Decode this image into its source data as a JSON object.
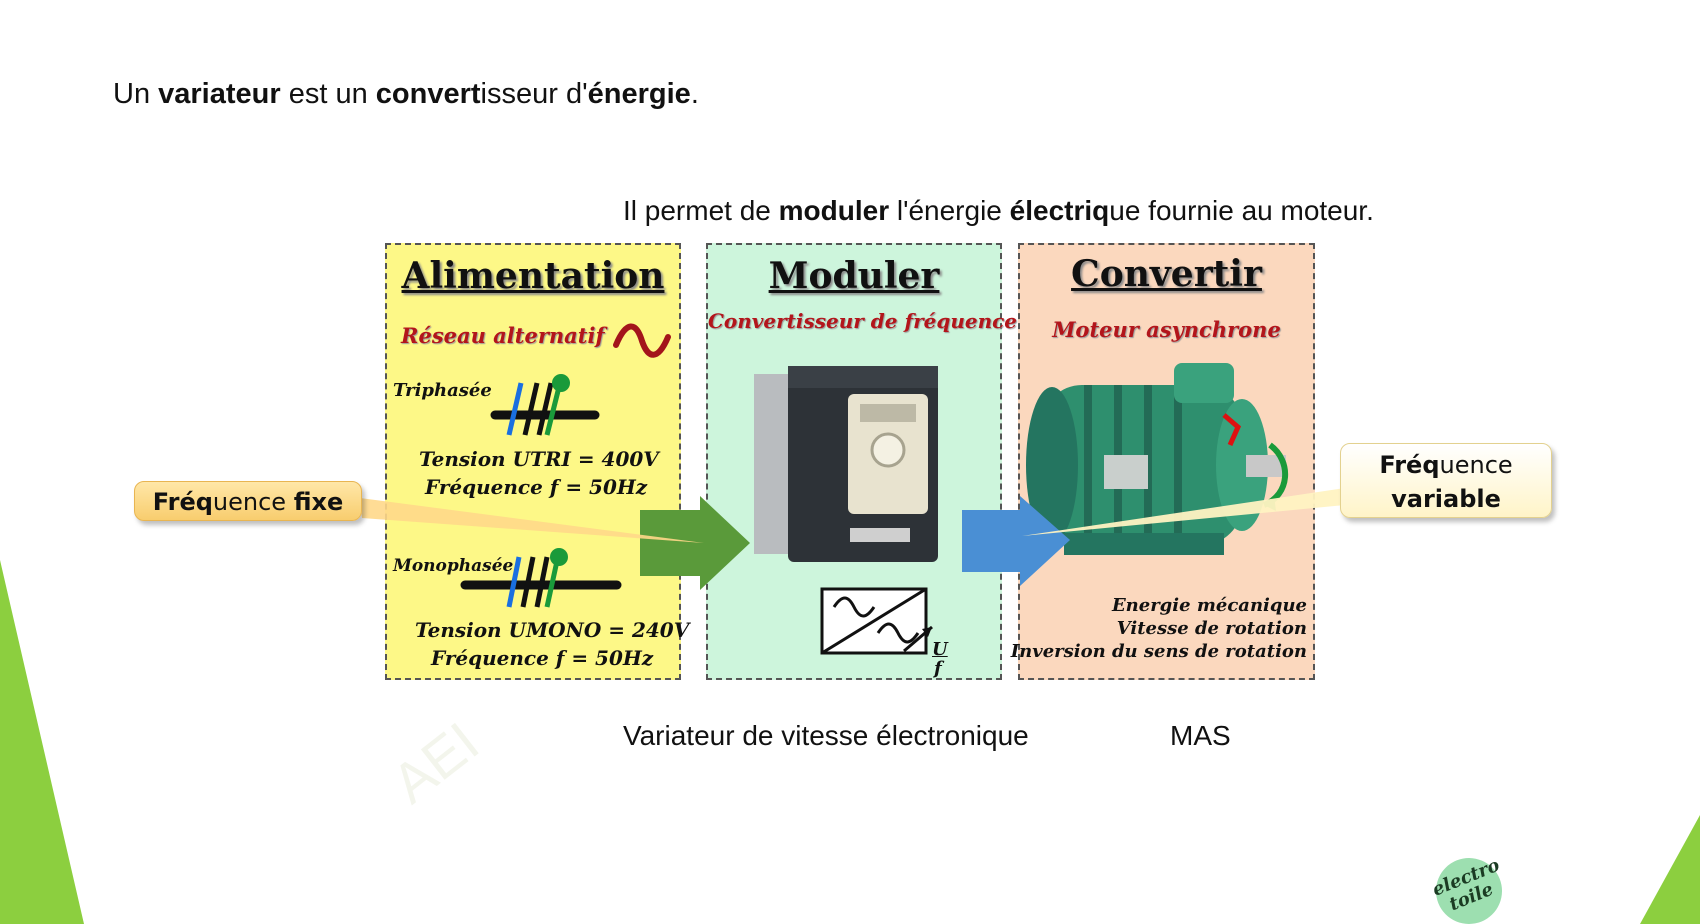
{
  "slide": {
    "line1": {
      "p1": "Un ",
      "b1": "variateur",
      "p2": " est un ",
      "b2": "convert",
      "p3": "isseur d'",
      "b3": "énergie",
      "p4": "."
    },
    "line2": {
      "p1": "Il permet de ",
      "b1": "moduler",
      "p2": " l'énergie ",
      "b2": "électriq",
      "p3": "ue fournie au moteur."
    },
    "caption_left": "Variateur de vitesse électronique",
    "caption_right": "MAS"
  },
  "panels": {
    "alimentation": {
      "title": "Alimentation",
      "subtitle": "Réseau alternatif",
      "tri_label": "Triphasée",
      "tri_tension": "Tension UTRI = 400V",
      "tri_frequence": "Fréquence f = 50Hz",
      "mono_label": "Monophasée",
      "mono_tension": "Tension UMONO = 240V",
      "mono_frequence": "Fréquence f = 50Hz"
    },
    "moduler": {
      "title": "Moduler",
      "subtitle": "Convertisseur de fréquence",
      "badge": "electro toile",
      "symbol_u": "U",
      "symbol_f": "f"
    },
    "convertir": {
      "title": "Convertir",
      "subtitle": "Moteur asynchrone",
      "out1": "Energie mécanique",
      "out2": "Vitesse de rotation",
      "out3": "Inversion du sens de rotation"
    }
  },
  "callouts": {
    "fixe": {
      "b1": "Fréq",
      "p1": "uence ",
      "b2": "fixe"
    },
    "variable": {
      "b1": "Fréq",
      "p1": "uence",
      "b2": "variable"
    }
  },
  "colors": {
    "alimentation_bg": "#fdf887",
    "moduler_bg": "#cdf5dc",
    "convertir_bg": "#fbd8be",
    "accent_red": "#b3151b",
    "arrow_green": "#5a9a3a",
    "arrow_blue": "#4a8fd4",
    "deco_green": "#8ccf3f",
    "motor_green": "#2e8f6e"
  },
  "icons": [
    "sine-wave-icon",
    "three-phase-icon",
    "single-phase-icon",
    "drive-icon",
    "converter-symbol-icon",
    "motor-icon",
    "rotation-arrow-icon"
  ]
}
